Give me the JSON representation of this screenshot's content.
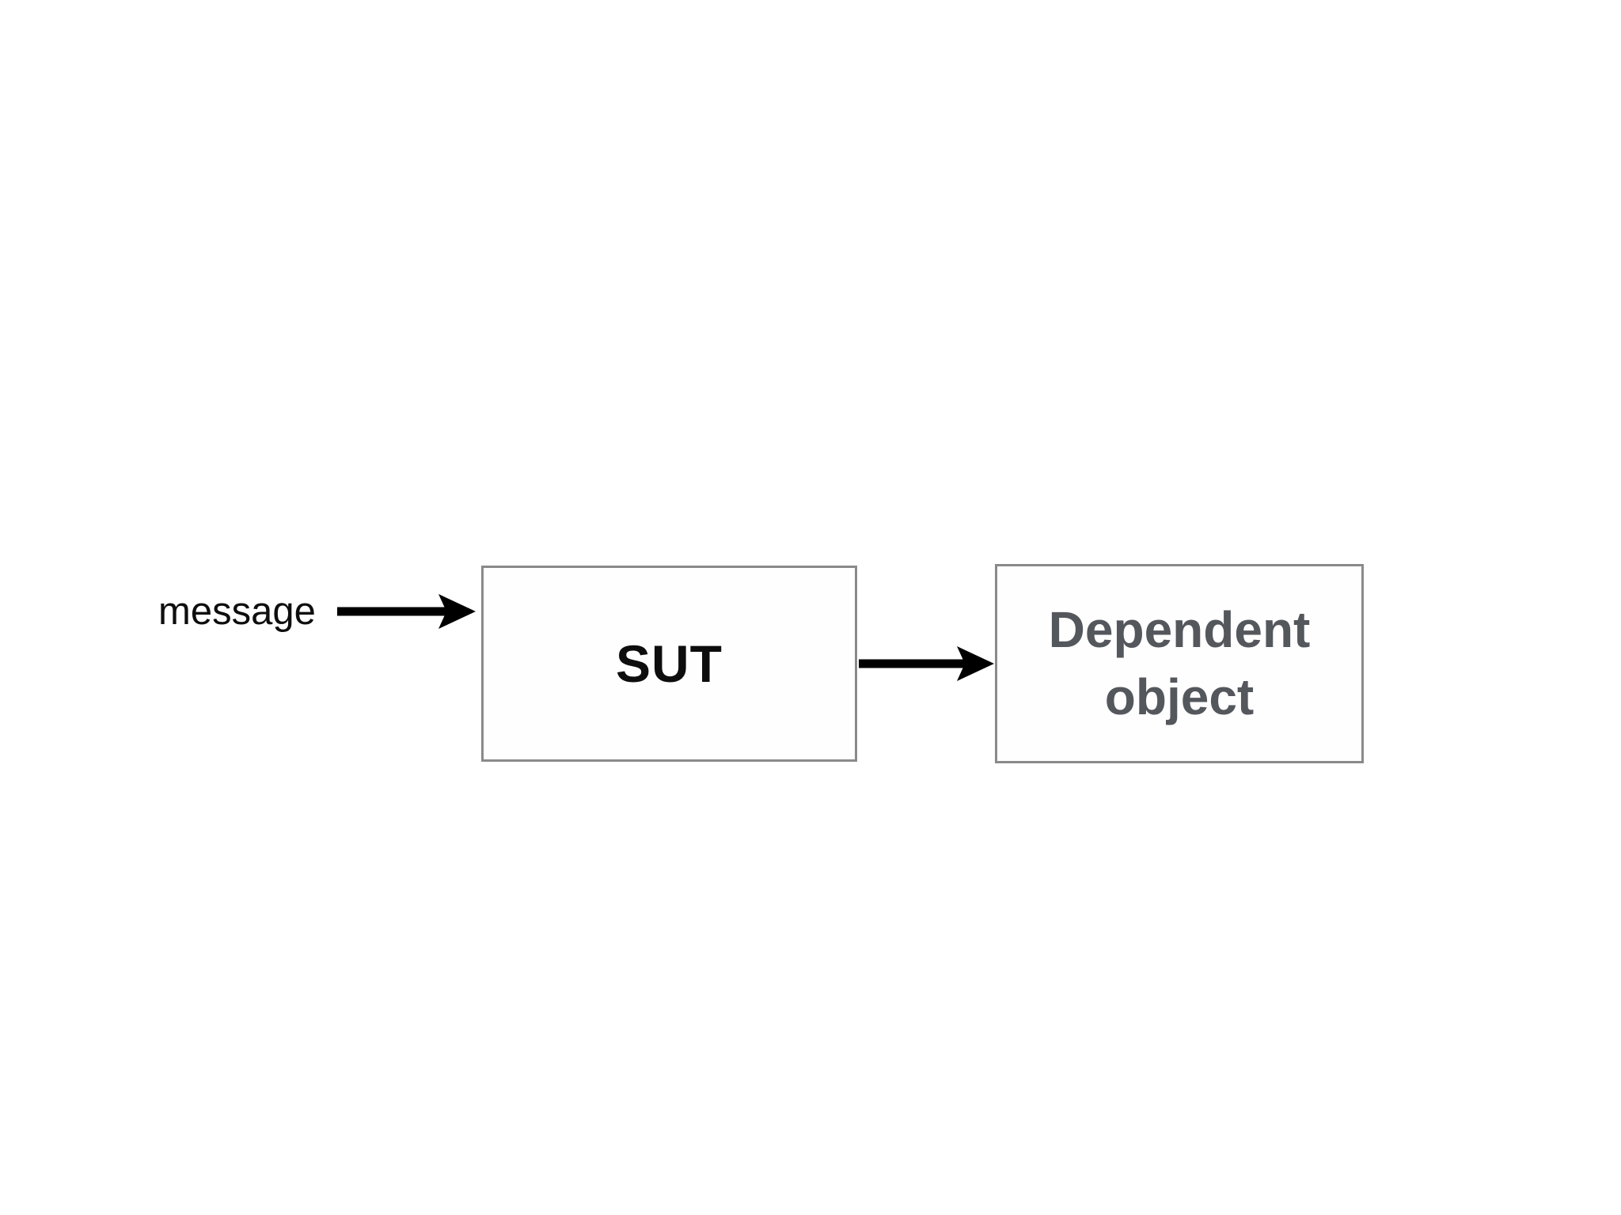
{
  "diagram": {
    "background_color": "#ffffff",
    "message": {
      "label": "message"
    },
    "boxes": {
      "sut": {
        "label": "SUT",
        "text_color": "#0d0d0d",
        "border_color": "#8a8a8a",
        "fill_color": "#fefefe"
      },
      "dependent": {
        "label": "Dependent object",
        "text_color": "#54575c",
        "border_color": "#8a8a8a",
        "fill_color": "#fefefe"
      }
    },
    "arrows": {
      "color": "#000000",
      "message_to_sut": "message-to-sut",
      "sut_to_dependent": "sut-to-dependent"
    }
  }
}
